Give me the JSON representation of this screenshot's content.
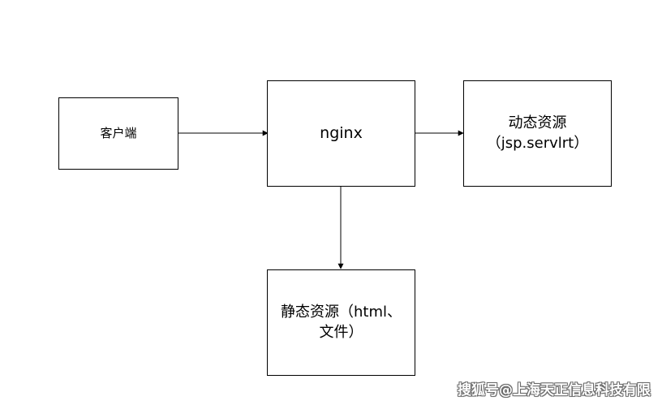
{
  "nodes": {
    "client": {
      "label": "客户端"
    },
    "nginx": {
      "label": "nginx"
    },
    "dynamic": {
      "line1": "动态资源",
      "line2": "（jsp.servlrt）"
    },
    "static": {
      "line1": "静态资源（html、",
      "line2": "文件）"
    }
  },
  "edges": [
    {
      "from": "client",
      "to": "nginx"
    },
    {
      "from": "nginx",
      "to": "dynamic"
    },
    {
      "from": "nginx",
      "to": "static"
    }
  ],
  "watermark": {
    "text": "搜狐号@上海天正信息科技有限"
  },
  "colors": {
    "line": "#000000",
    "box_border": "#000000",
    "background": "#ffffff"
  }
}
